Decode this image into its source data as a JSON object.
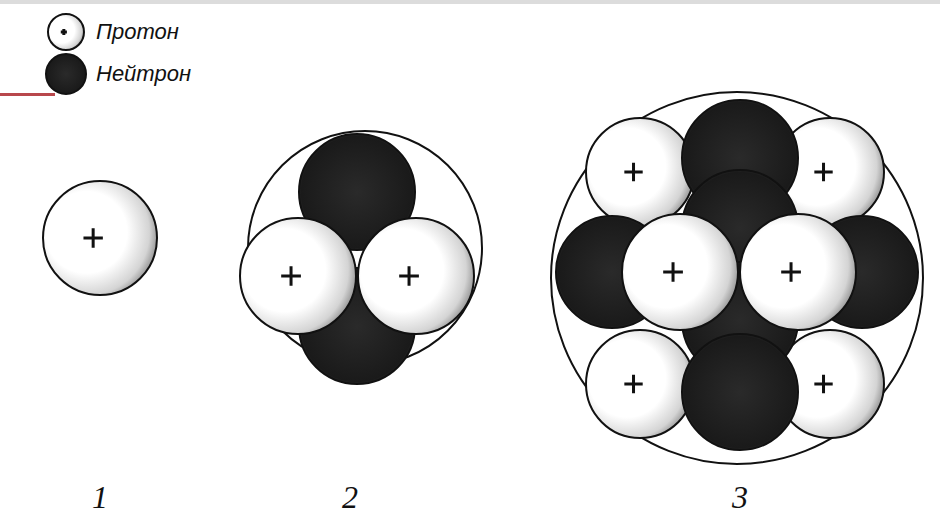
{
  "diagram": {
    "labels": [
      "1",
      "2",
      "3"
    ],
    "legend": [
      {
        "text": "Протон"
      },
      {
        "text": "Нейтрон"
      }
    ]
  }
}
